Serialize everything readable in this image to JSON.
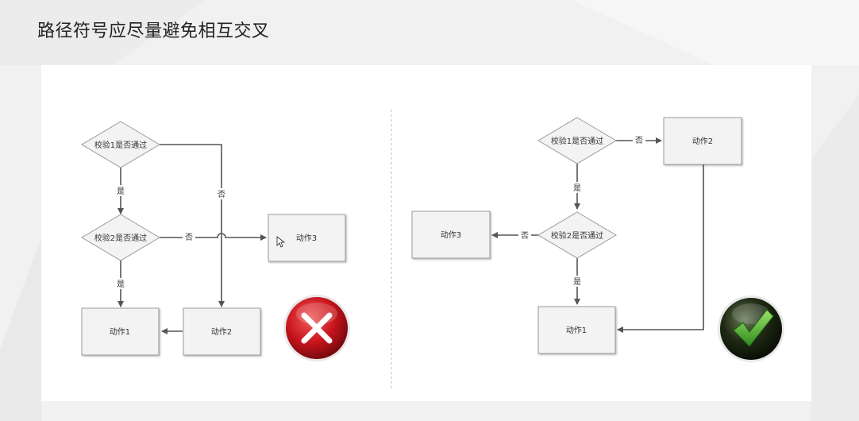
{
  "slide": {
    "title": "路径符号应尽量避免相互交叉"
  },
  "bad_diagram": {
    "check1": "校验1是否通过",
    "check2": "校验2是否通过",
    "action1": "动作1",
    "action2": "动作2",
    "action3": "动作3",
    "edge_yes_1": "是",
    "edge_no_1": "否",
    "edge_yes_2": "是",
    "edge_no_2": "否",
    "verdict_icon": "red-cross-icon"
  },
  "good_diagram": {
    "check1": "校验1是否通过",
    "check2": "校验2是否通过",
    "action1": "动作1",
    "action2": "动作2",
    "action3": "动作3",
    "edge_yes_1": "是",
    "edge_no_1": "否",
    "edge_yes_2": "是",
    "edge_no_2": "否",
    "verdict_icon": "green-check-icon"
  },
  "colors": {
    "node_fill": "#f3f3f3",
    "node_stroke": "#9a9a9a",
    "line": "#555555",
    "cross_red": "#c8141c",
    "check_green": "#2f8a1e"
  }
}
